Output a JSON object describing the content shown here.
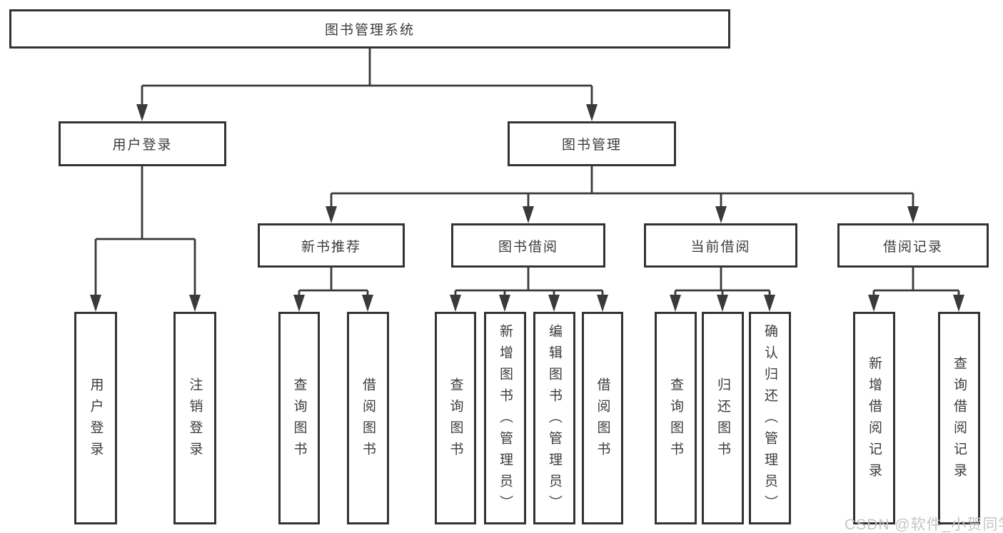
{
  "tree": {
    "label": "图书管理系统",
    "children": [
      {
        "label": "用户登录",
        "children": [
          {
            "label": "用户登录"
          },
          {
            "label": "注销登录"
          }
        ]
      },
      {
        "label": "图书管理",
        "children": [
          {
            "label": "新书推荐",
            "children": [
              {
                "label": "查询图书"
              },
              {
                "label": "借阅图书"
              }
            ]
          },
          {
            "label": "图书借阅",
            "children": [
              {
                "label": "查询图书"
              },
              {
                "label": "新增图书（管理员）"
              },
              {
                "label": "编辑图书（管理员）"
              },
              {
                "label": "借阅图书"
              }
            ]
          },
          {
            "label": "当前借阅",
            "children": [
              {
                "label": "查询图书"
              },
              {
                "label": "归还图书"
              },
              {
                "label": "确认归还（管理员）"
              }
            ]
          },
          {
            "label": "借阅记录",
            "children": [
              {
                "label": "新增借阅记录"
              },
              {
                "label": "查询借阅记录"
              }
            ]
          }
        ]
      }
    ]
  },
  "watermark": {
    "text": "CSDN @软件_小贺同学"
  },
  "colors": {
    "line": "#3a3a3a",
    "box_border": "#333333",
    "text": "#3c3c3c",
    "watermark": "#c6c6c6",
    "background": "#ffffff"
  }
}
